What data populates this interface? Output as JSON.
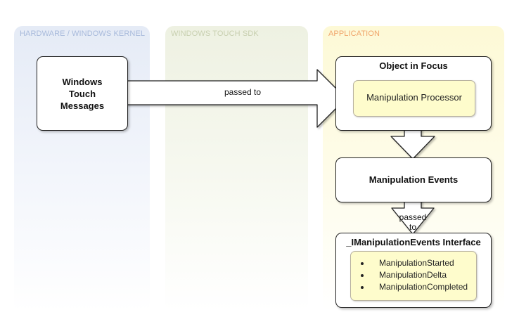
{
  "lanes": {
    "hardware": "HARDWARE / WINDOWS KERNEL",
    "sdk": "WINDOWS TOUCH SDK",
    "application": "APPLICATION"
  },
  "boxes": {
    "windows_touch_messages": [
      "Windows",
      "Touch",
      "Messages"
    ],
    "object_in_focus": "Object in Focus",
    "manipulation_processor": "Manipulation Processor",
    "manipulation_events": "Manipulation Events",
    "interface": "_IManipulationEvents Interface",
    "interface_items": [
      "ManipulationStarted",
      "ManipulationDelta",
      "ManipulationCompleted"
    ]
  },
  "arrows": {
    "main_label": "passed to",
    "lower_label": [
      "passed",
      "to"
    ]
  },
  "colors": {
    "hardware_lane": "#e5ebf6",
    "sdk_lane": "#eef1e2",
    "application_lane": "#fdf9d6",
    "inner_box_fill": "#fefccc",
    "hardware_title": "#a8badb",
    "sdk_title": "#c8d0b0",
    "application_title": "#f0a46a"
  }
}
